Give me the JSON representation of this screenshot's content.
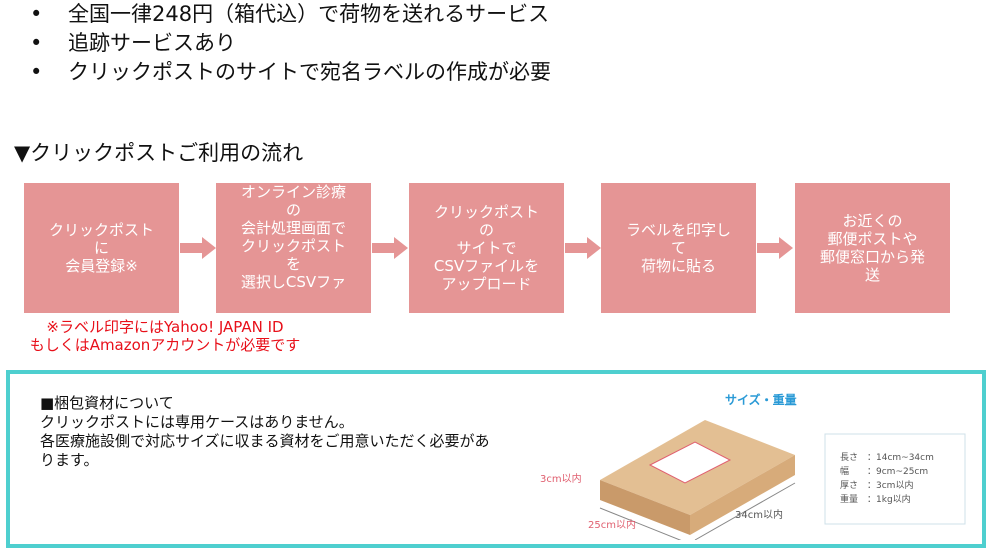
{
  "bullets": [
    "全国一律248円（箱代込）で荷物を送れるサービス",
    "追跡サービスあり",
    "クリックポストのサイトで宛名ラベルの作成が必要"
  ],
  "flow_title": "▼クリックポストご利用の流れ",
  "steps": [
    "クリックポスト\nに\n会員登録※",
    "オンライン診療\nの\n会計処理画面で\nクリックポスト\nを\n選択しCSVファ",
    "クリックポスト\nの\nサイトで\nCSVファイルを\nアップロード",
    "ラベルを印字し\nて\n荷物に貼る",
    "お近くの\n郵便ポストや\n郵便窓口から発\n送"
  ],
  "note": "※ラベル印字にはYahoo! JAPAN ID\nもしくはAmazonアカウントが必要です",
  "packing": {
    "text": "■梱包資材について\nクリックポストには専用ケースはありません。\n各医療施設側で対応サイズに収まる資材をご用意いただく必要があ\nります。",
    "image": {
      "title": "サイズ・重量",
      "height": "3cm以内",
      "width": "25cm以内",
      "length": "34cm以内",
      "specs": [
        "長さ　：14cm~34cm",
        "幅　　：9cm~25cm",
        "厚さ　：3cm以内",
        "重量　：1kg以内"
      ]
    }
  },
  "colors": {
    "box": "#e59595",
    "border": "#4ecfcf",
    "note": "#e8101a"
  }
}
